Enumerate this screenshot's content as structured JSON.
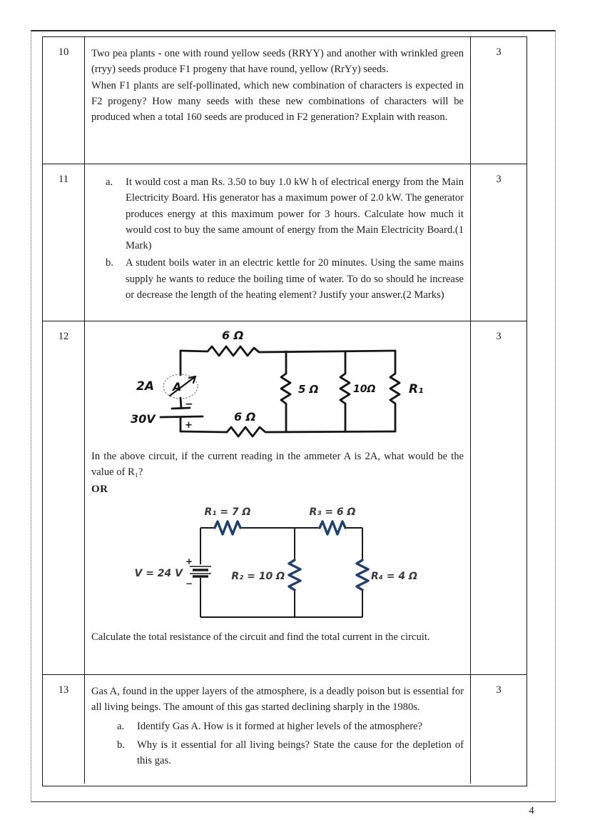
{
  "page": {
    "number": "4"
  },
  "rows": [
    {
      "number": "10",
      "marks": "3",
      "paragraphs": [
        "Two pea plants - one with round yellow seeds (RRYY) and another with wrinkled green (rryy) seeds produce F1 progeny that have round, yellow (RrYy) seeds.",
        "When F1 plants are self-pollinated, which new combination of characters is expected in F2 progeny? How many seeds with these new combinations of characters will be produced when a total 160 seeds are produced in F2 generation? Explain with reason."
      ]
    },
    {
      "number": "11",
      "marks": "3",
      "items": [
        {
          "label": "a.",
          "text": "It would cost a man Rs. 3.50 to buy 1.0 kW h of electrical energy from the Main Electricity Board. His generator has a maximum power of 2.0 kW. The generator produces energy at this maximum power for 3 hours. Calculate how much it would cost to buy the same amount of energy from the Main Electricity Board.(1 Mark)"
        },
        {
          "label": "b.",
          "text": "A student boils water in an electric kettle for 20 minutes. Using the same mains supply he wants to reduce the boiling time of water. To do so should he increase or decrease the length of the heating element? Justify your answer.(2 Marks)"
        }
      ]
    },
    {
      "number": "12",
      "marks": "3",
      "question1": "In the above circuit, if the current reading in the ammeter A is 2A, what would be the value of R₁?",
      "or_label": "OR",
      "question2": "Calculate the total resistance of the circuit and find the total current in the circuit."
    },
    {
      "number": "13",
      "marks": "3",
      "intro": "Gas A, found in the upper layers of the atmosphere, is a deadly poison but is essential for all living beings. The amount of this gas started declining sharply in the 1980s.",
      "items": [
        {
          "label": "a.",
          "text": "Identify Gas A. How is it formed at higher levels of the atmosphere?"
        },
        {
          "label": "b.",
          "text": "Why is it essential for all living beings? State the cause for the depletion of this gas."
        }
      ]
    }
  ],
  "circuit1": {
    "top_resistor_label": "6 Ω",
    "bottom_resistor_label": "6 Ω",
    "current_label": "2A",
    "ammeter_label": "A",
    "battery_label": "30V",
    "minus_sign": "−",
    "plus_sign": "+",
    "r5_label": "5 Ω",
    "r10_label": "10Ω",
    "r1_label": "R₁"
  },
  "circuit2": {
    "r1_label": "R₁ = 7 Ω",
    "r3_label": "R₃ = 6 Ω",
    "source_label": "V = 24 V",
    "r2_label": "R₂ = 10 Ω",
    "r4_label": "R₄ = 4 Ω",
    "plus_sign": "+",
    "minus_sign": "−"
  }
}
